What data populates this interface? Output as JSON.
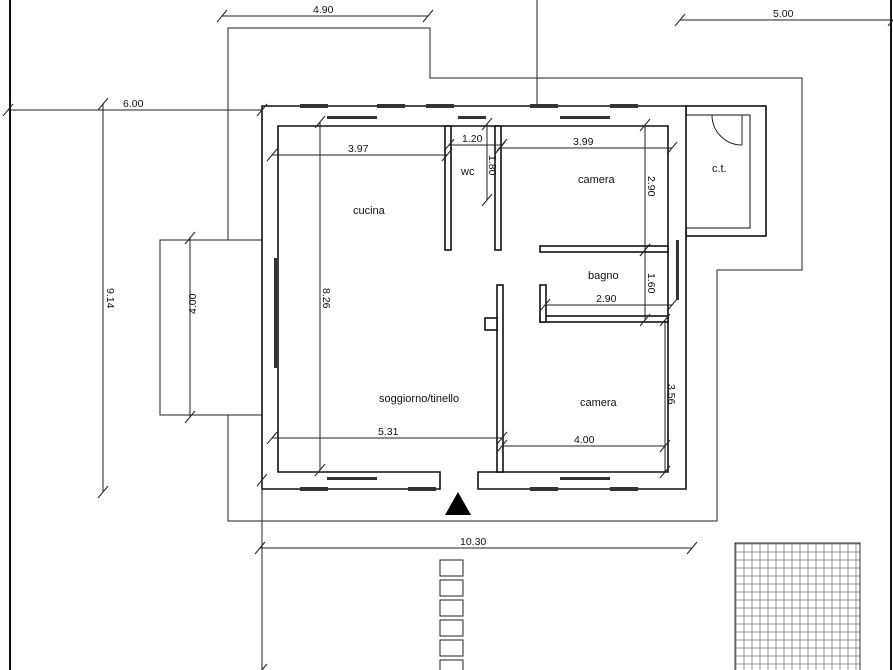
{
  "rooms": {
    "cucina": "cucina",
    "wc": "wc",
    "camera_top": "camera",
    "bagno": "bagno",
    "soggiorno": "soggiorno/tinello",
    "camera_bottom": "camera",
    "ct": "c.t."
  },
  "dimensions": {
    "top_left": "4.90",
    "top_right": "5.00",
    "left_setback": "6.00",
    "total_depth": "9.14",
    "terrace": "4.00",
    "total_width": "10.30",
    "house_depth": "8.26",
    "cucina_width": "3.97",
    "soggiorno_width": "5.31",
    "wc_width": "1.20",
    "wc_depth": "1.80",
    "camera_top_width": "3.99",
    "camera_top_depth": "2.90",
    "bagno_depth": "1.60",
    "bagno_width": "2.90",
    "camera_bottom_depth": "3.56",
    "camera_bottom_width": "4.00"
  },
  "entrance_marker": "triangle"
}
